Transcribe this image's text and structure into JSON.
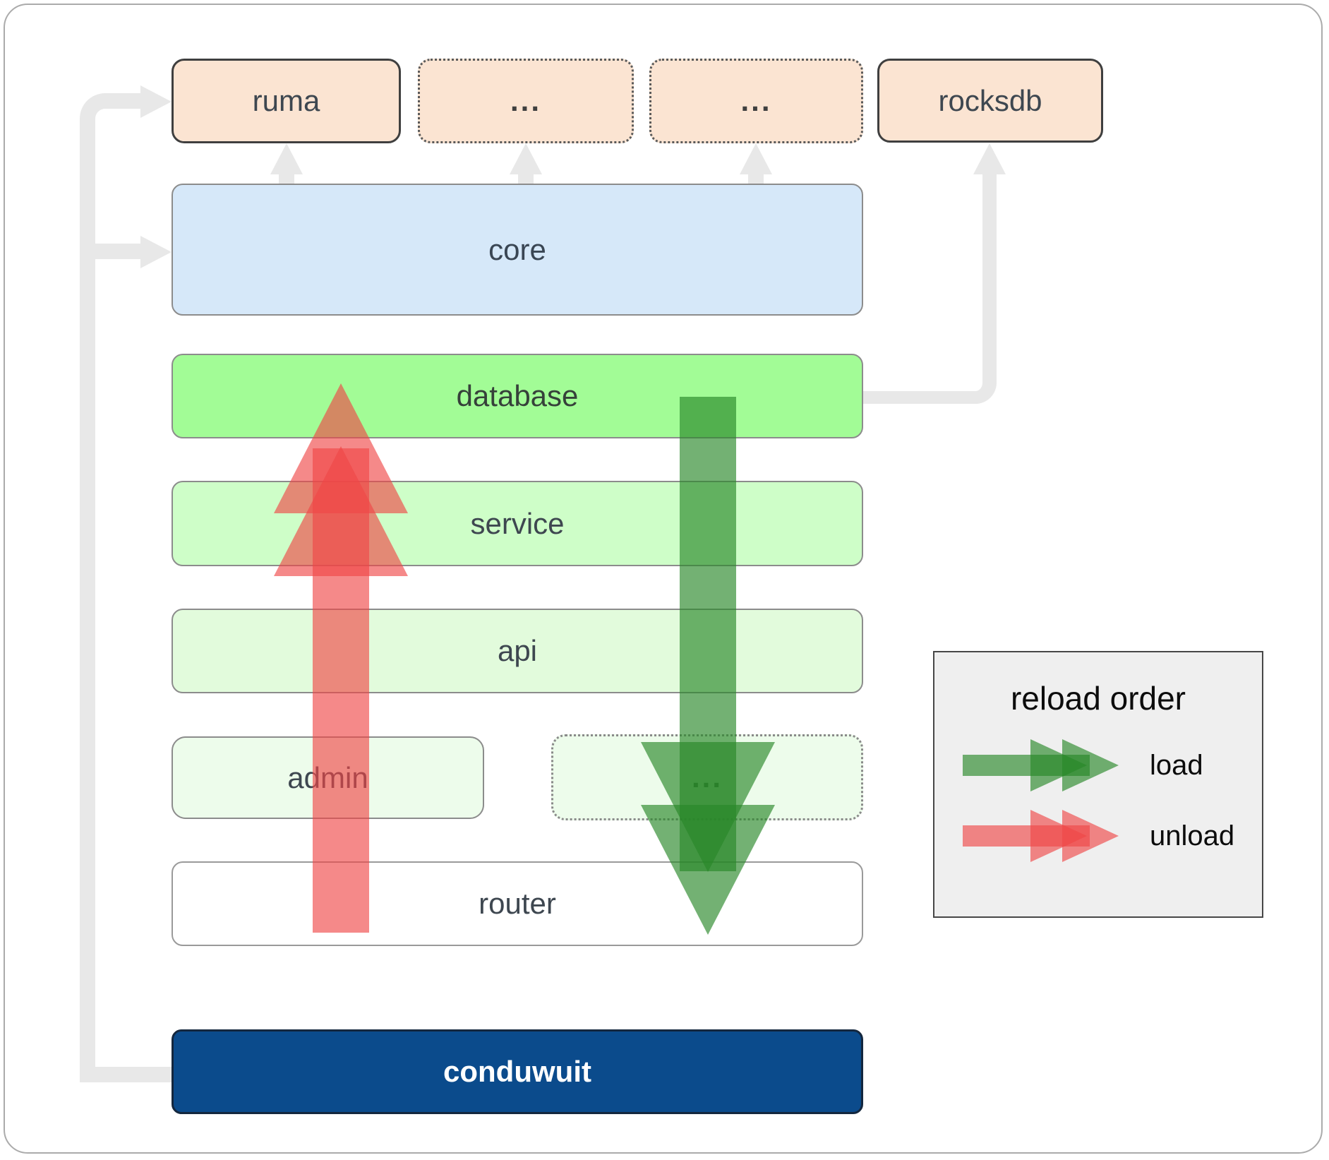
{
  "nodes": {
    "ruma": "ruma",
    "ellipsis_top_1": "...",
    "ellipsis_top_2": "...",
    "rocksdb": "rocksdb",
    "core": "core",
    "database": "database",
    "service": "service",
    "api": "api",
    "admin": "admin",
    "ellipsis_admin": "...",
    "router": "router",
    "conduwuit": "conduwuit"
  },
  "legend": {
    "title": "reload order",
    "load_label": "load",
    "unload_label": "unload"
  },
  "colors": {
    "load_arrow_green": "#288728",
    "unload_arrow_red": "#f04646",
    "peach_fill": "#fbe4d2",
    "core_fill": "#d6e8f9",
    "database_fill": "#a2fc96",
    "service_fill": "#cefec8",
    "api_fill": "#e2fbdc",
    "admin_fill": "#edfceb",
    "router_fill": "#ffffff",
    "conduwuit_fill": "#0b4b8c",
    "connector_gray": "#e8e8e8",
    "legend_bg": "#efefef"
  }
}
